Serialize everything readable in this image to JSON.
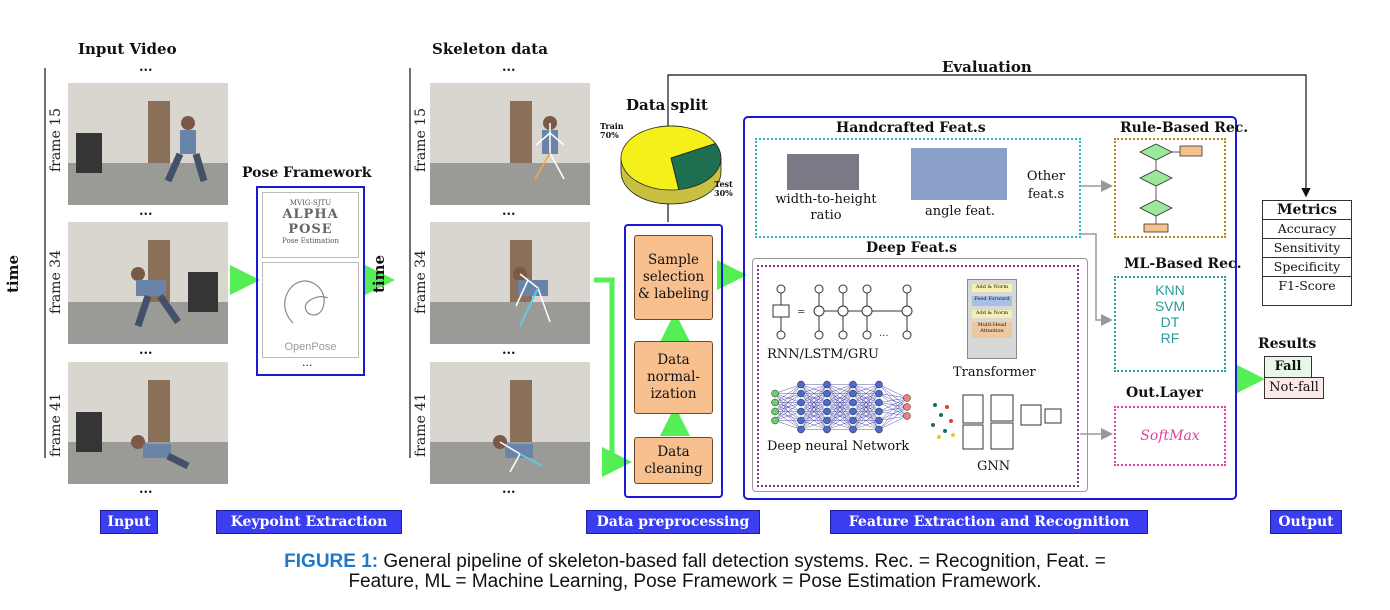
{
  "input": {
    "title": "Input Video",
    "time_label": "time",
    "frames": [
      "frame 15",
      "frame 34",
      "frame 41"
    ],
    "dots": "..."
  },
  "pose": {
    "title": "Pose Framework",
    "alphapose_label": "ALPHA POSE",
    "alphapose_top": "MVIG-SJTU",
    "alphapose_sub": "Pose Estimation",
    "openpose_label": "OpenPose",
    "more": "..."
  },
  "skeleton": {
    "title": "Skeleton data",
    "time_label": "time",
    "frames": [
      "frame 15",
      "frame 34",
      "frame 41"
    ],
    "dots": "..."
  },
  "data_split": {
    "title": "Data split",
    "train_label": "Train",
    "train_pct": "70%",
    "test_label": "Test",
    "test_pct": "30%",
    "train_value": 70,
    "test_value": 30,
    "train_color": "#f5ef1a",
    "test_color": "#1e6e50"
  },
  "preprocessing": {
    "steps": [
      "Sample selection & labeling",
      "Data normal-ization",
      "Data cleaning"
    ]
  },
  "evaluation": {
    "label": "Evaluation"
  },
  "handcrafted": {
    "title": "Handcrafted Feat.s",
    "items": [
      "width-to-height ratio",
      "angle feat.",
      "Other feat.s"
    ]
  },
  "deep": {
    "title": "Deep Feat.s",
    "rnn_label": "RNN/LSTM/GRU",
    "transformer_label": "Transformer",
    "transformer_blocks": [
      "Add & Norm",
      "Feed Forward",
      "Add & Norm",
      "Multi-Head Attention"
    ],
    "dnn_label": "Deep neural Network",
    "gnn_label": "GNN"
  },
  "rule_based": {
    "title": "Rule-Based Rec."
  },
  "ml_based": {
    "title": "ML-Based Rec.",
    "items": [
      "KNN",
      "SVM",
      "DT",
      "RF"
    ]
  },
  "out_layer": {
    "title": "Out.Layer",
    "softmax": "SoftMax"
  },
  "metrics": {
    "title": "Metrics",
    "items": [
      "Accuracy",
      "Sensitivity",
      "Specificity",
      "F1-Score"
    ]
  },
  "results": {
    "title": "Results",
    "fall": "Fall",
    "not_fall": "Not-fall"
  },
  "stages": [
    "Input",
    "Keypoint Extraction",
    "Data preprocessing",
    "Feature Extraction and Recognition",
    "Output"
  ],
  "caption": {
    "label": "FIGURE 1:",
    "line1": "General pipeline of skeleton-based fall detection systems. Rec. = Recognition, Feat. =",
    "line2": "Feature, ML = Machine Learning, Pose Framework = Pose Estimation Framework."
  },
  "colors": {
    "blue": "#1a1ad6",
    "green_arrow": "#55ee55",
    "purple": "#8a2a8a",
    "teal": "#2a9a9a",
    "olive": "#b08a1a",
    "pink": "#e040a0",
    "caption": "#1e7ac8"
  }
}
